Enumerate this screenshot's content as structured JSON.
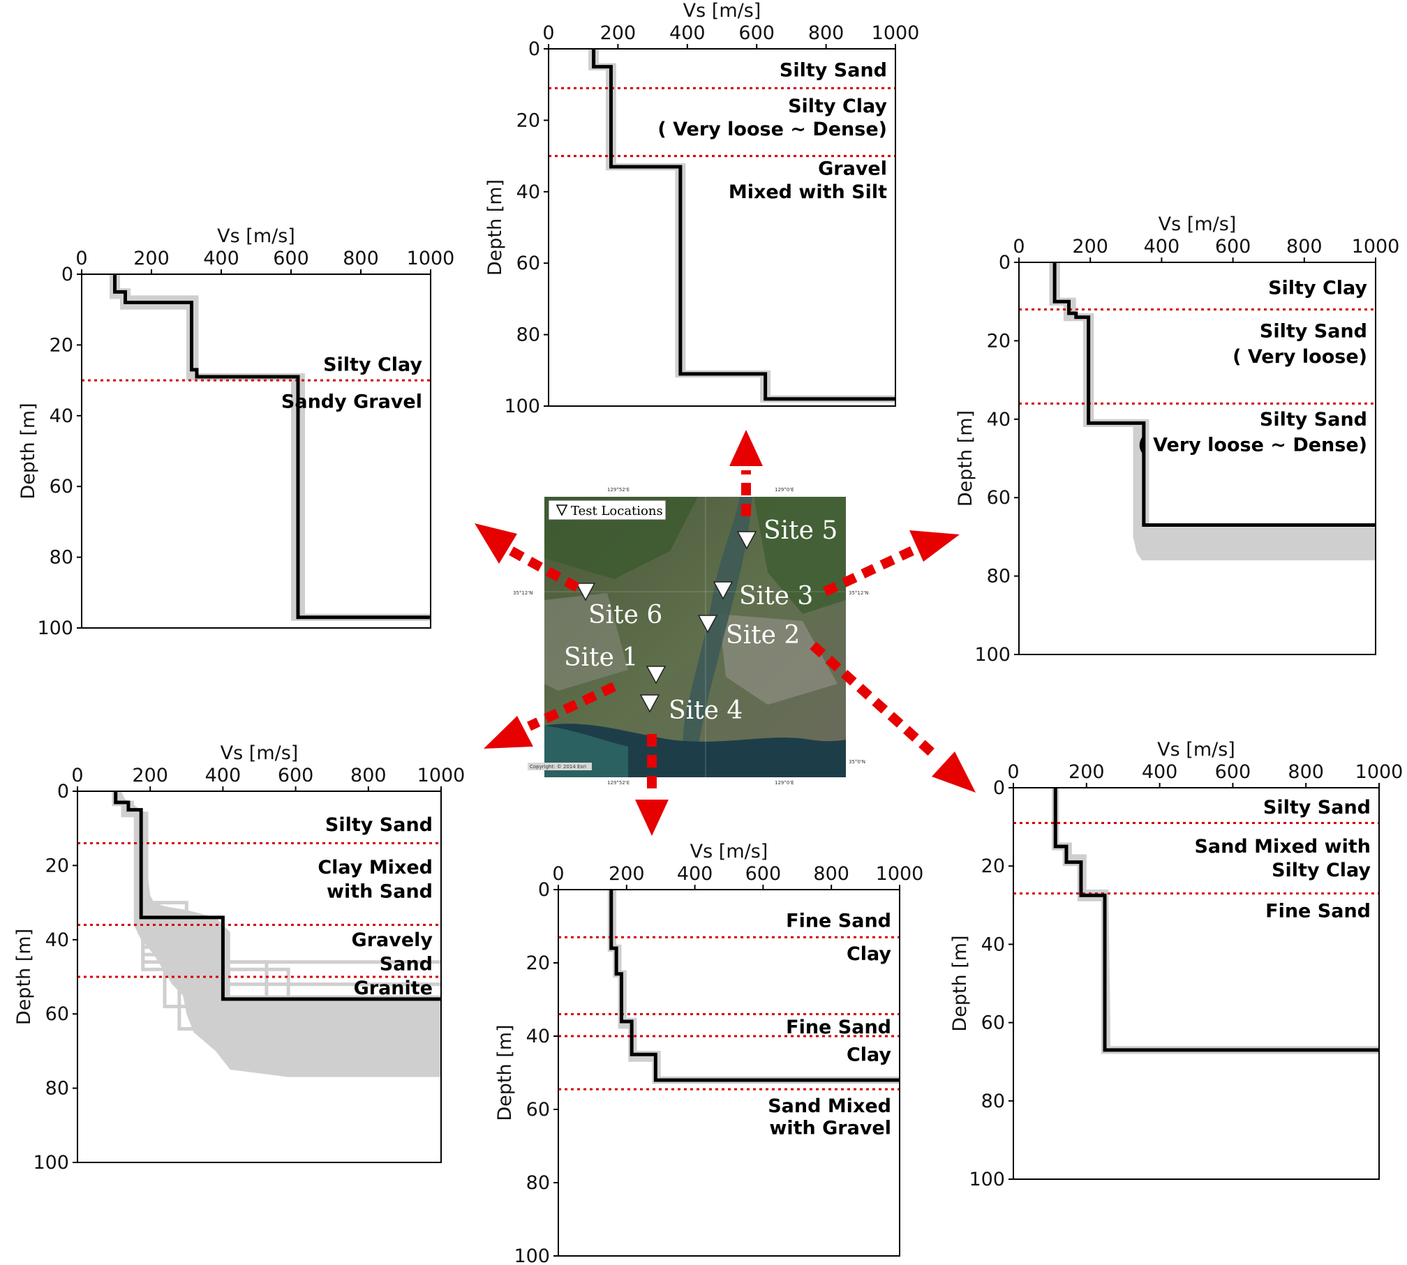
{
  "colors": {
    "profile": "#000000",
    "uncertainty": "#cfcfcf",
    "boundary": "#d40000",
    "arrow": "#e60000"
  },
  "map": {
    "legend": "Test Locations",
    "sites": [
      "Site 1",
      "Site 2",
      "Site 3",
      "Site 4",
      "Site 5",
      "Site 6"
    ],
    "coord_labels": [
      "129°52'E",
      "129°0'E",
      "35°12'N",
      "35°12'N",
      "35°0'N",
      "129°52'E",
      "129°0'E"
    ],
    "copyright": "Copyright: © 2014 Esri"
  },
  "chart_data": [
    {
      "id": "site6",
      "type": "line",
      "xlabel": "Vs [m/s]",
      "ylabel": "Depth [m]",
      "xlim": [
        0,
        1000
      ],
      "ylim": [
        100,
        0
      ],
      "xticks": [
        0,
        200,
        400,
        600,
        800,
        1000
      ],
      "yticks": [
        0,
        20,
        40,
        60,
        80,
        100
      ],
      "profile": [
        [
          95,
          0
        ],
        [
          95,
          5
        ],
        [
          125,
          5
        ],
        [
          125,
          8
        ],
        [
          315,
          8
        ],
        [
          315,
          27
        ],
        [
          330,
          27
        ],
        [
          330,
          29
        ],
        [
          620,
          29
        ],
        [
          620,
          97
        ],
        [
          1000,
          97
        ]
      ],
      "band": [
        [
          80,
          0
        ],
        [
          80,
          7
        ],
        [
          110,
          7
        ],
        [
          110,
          10
        ],
        [
          300,
          10
        ],
        [
          300,
          30
        ],
        [
          600,
          30
        ],
        [
          600,
          98
        ],
        [
          1000,
          98
        ],
        [
          1000,
          96
        ],
        [
          640,
          96
        ],
        [
          640,
          28
        ],
        [
          335,
          28
        ],
        [
          335,
          6
        ],
        [
          140,
          6
        ],
        [
          140,
          4
        ],
        [
          110,
          4
        ],
        [
          110,
          0
        ]
      ],
      "boundaries": [
        30
      ],
      "layers": [
        {
          "text": "Silty Clay",
          "depth": 25.5
        },
        {
          "text": "Sandy Gravel",
          "depth": 36
        }
      ]
    },
    {
      "id": "site5",
      "type": "line",
      "xlabel": "Vs [m/s]",
      "ylabel": "Depth [m]",
      "xlim": [
        0,
        1000
      ],
      "ylim": [
        100,
        0
      ],
      "xticks": [
        0,
        200,
        400,
        600,
        800,
        1000
      ],
      "yticks": [
        0,
        20,
        40,
        60,
        80,
        100
      ],
      "profile": [
        [
          130,
          0
        ],
        [
          130,
          5
        ],
        [
          180,
          5
        ],
        [
          180,
          33
        ],
        [
          380,
          33
        ],
        [
          380,
          91
        ],
        [
          625,
          91
        ],
        [
          625,
          98
        ],
        [
          1000,
          98
        ]
      ],
      "band": [
        [
          115,
          0
        ],
        [
          115,
          6
        ],
        [
          165,
          6
        ],
        [
          165,
          34
        ],
        [
          365,
          34
        ],
        [
          365,
          92
        ],
        [
          610,
          92
        ],
        [
          610,
          99
        ],
        [
          1000,
          99
        ],
        [
          1000,
          97
        ],
        [
          640,
          97
        ],
        [
          640,
          90
        ],
        [
          395,
          90
        ],
        [
          395,
          32
        ],
        [
          195,
          32
        ],
        [
          195,
          4
        ],
        [
          145,
          4
        ],
        [
          145,
          0
        ]
      ],
      "boundaries": [
        11,
        30
      ],
      "layers": [
        {
          "text": "Silty Sand",
          "depth": 6
        },
        {
          "text": "Silty Clay",
          "depth": 16
        },
        {
          "text": "( Very loose ~ Dense)",
          "depth": 22.5
        },
        {
          "text": "Gravel",
          "depth": 33.5
        },
        {
          "text": "Mixed with Silt",
          "depth": 40
        }
      ]
    },
    {
      "id": "site3",
      "type": "line",
      "xlabel": "Vs [m/s]",
      "ylabel": "Depth [m]",
      "xlim": [
        0,
        1000
      ],
      "ylim": [
        100,
        0
      ],
      "xticks": [
        0,
        200,
        400,
        600,
        800,
        1000
      ],
      "yticks": [
        0,
        20,
        40,
        60,
        80,
        100
      ],
      "profile": [
        [
          100,
          0
        ],
        [
          100,
          10
        ],
        [
          140,
          10
        ],
        [
          140,
          13
        ],
        [
          160,
          13
        ],
        [
          160,
          14
        ],
        [
          195,
          14
        ],
        [
          195,
          41
        ],
        [
          350,
          41
        ],
        [
          350,
          67
        ],
        [
          1000,
          67
        ]
      ],
      "band": [
        [
          85,
          0
        ],
        [
          85,
          11
        ],
        [
          125,
          11
        ],
        [
          125,
          15
        ],
        [
          180,
          15
        ],
        [
          180,
          42
        ],
        [
          320,
          42
        ],
        [
          320,
          70
        ],
        [
          330,
          74
        ],
        [
          345,
          76
        ],
        [
          1000,
          76
        ],
        [
          1000,
          67.5
        ],
        [
          365,
          67.5
        ],
        [
          365,
          40
        ],
        [
          210,
          40
        ],
        [
          210,
          13
        ],
        [
          160,
          13
        ],
        [
          160,
          9
        ],
        [
          115,
          9
        ],
        [
          115,
          0
        ]
      ],
      "boundaries": [
        12,
        36
      ],
      "layers": [
        {
          "text": "Silty Clay",
          "depth": 6.5
        },
        {
          "text": "Silty Sand",
          "depth": 17.5
        },
        {
          "text": "( Very loose)",
          "depth": 24
        },
        {
          "text": "Silty Sand",
          "depth": 40
        },
        {
          "text": "( Very loose ~ Dense)",
          "depth": 46.5
        }
      ]
    },
    {
      "id": "site1",
      "type": "line",
      "xlabel": "Vs [m/s]",
      "ylabel": "Depth [m]",
      "xlim": [
        0,
        1000
      ],
      "ylim": [
        100,
        0
      ],
      "xticks": [
        0,
        200,
        400,
        600,
        800,
        1000
      ],
      "yticks": [
        0,
        20,
        40,
        60,
        80,
        100
      ],
      "profile": [
        [
          105,
          0
        ],
        [
          105,
          3
        ],
        [
          140,
          3
        ],
        [
          140,
          5
        ],
        [
          175,
          5
        ],
        [
          175,
          34
        ],
        [
          400,
          34
        ],
        [
          400,
          56
        ],
        [
          1000,
          56
        ]
      ],
      "band": [
        [
          95,
          0
        ],
        [
          95,
          4
        ],
        [
          120,
          4
        ],
        [
          120,
          7
        ],
        [
          155,
          7
        ],
        [
          155,
          36
        ],
        [
          175,
          40
        ],
        [
          210,
          44
        ],
        [
          235,
          48
        ],
        [
          260,
          52
        ],
        [
          290,
          55
        ],
        [
          300,
          60
        ],
        [
          320,
          65
        ],
        [
          380,
          70
        ],
        [
          420,
          75
        ],
        [
          580,
          77
        ],
        [
          1000,
          77
        ],
        [
          1000,
          55
        ],
        [
          420,
          55
        ],
        [
          420,
          38
        ],
        [
          380,
          34
        ],
        [
          300,
          32
        ],
        [
          240,
          31
        ],
        [
          210,
          30
        ],
        [
          200,
          28
        ],
        [
          195,
          24
        ],
        [
          190,
          18
        ],
        [
          185,
          6
        ],
        [
          160,
          4
        ],
        [
          130,
          2
        ],
        [
          120,
          0
        ]
      ],
      "ensemble": [
        [
          [
            105,
            0
          ],
          [
            105,
            3
          ],
          [
            150,
            3
          ],
          [
            150,
            6
          ],
          [
            185,
            6
          ],
          [
            185,
            30
          ],
          [
            300,
            30
          ],
          [
            300,
            46
          ],
          [
            1000,
            46
          ]
        ],
        [
          [
            105,
            0
          ],
          [
            105,
            3
          ],
          [
            150,
            3
          ],
          [
            150,
            6
          ],
          [
            170,
            6
          ],
          [
            170,
            38
          ],
          [
            320,
            38
          ],
          [
            320,
            52
          ],
          [
            1000,
            52
          ]
        ],
        [
          [
            105,
            0
          ],
          [
            105,
            3
          ],
          [
            150,
            3
          ],
          [
            150,
            6
          ],
          [
            180,
            6
          ],
          [
            180,
            40
          ],
          [
            360,
            40
          ],
          [
            360,
            60
          ],
          [
            1000,
            60
          ]
        ],
        [
          [
            105,
            0
          ],
          [
            105,
            3
          ],
          [
            150,
            3
          ],
          [
            150,
            6
          ],
          [
            180,
            6
          ],
          [
            180,
            42
          ],
          [
            280,
            42
          ],
          [
            280,
            64
          ],
          [
            1000,
            64
          ]
        ],
        [
          [
            105,
            0
          ],
          [
            105,
            3
          ],
          [
            150,
            3
          ],
          [
            150,
            6
          ],
          [
            180,
            6
          ],
          [
            180,
            44
          ],
          [
            380,
            44
          ],
          [
            380,
            68
          ],
          [
            1000,
            68
          ]
        ],
        [
          [
            105,
            0
          ],
          [
            105,
            3
          ],
          [
            150,
            3
          ],
          [
            150,
            6
          ],
          [
            180,
            6
          ],
          [
            180,
            46
          ],
          [
            520,
            46
          ],
          [
            520,
            72
          ],
          [
            1000,
            72
          ]
        ],
        [
          [
            105,
            0
          ],
          [
            105,
            3
          ],
          [
            150,
            3
          ],
          [
            150,
            6
          ],
          [
            180,
            6
          ],
          [
            180,
            48
          ],
          [
            580,
            48
          ],
          [
            580,
            75
          ],
          [
            1000,
            75
          ]
        ],
        [
          [
            105,
            0
          ],
          [
            105,
            3
          ],
          [
            150,
            3
          ],
          [
            150,
            6
          ],
          [
            190,
            6
          ],
          [
            190,
            36
          ],
          [
            240,
            36
          ],
          [
            240,
            58
          ],
          [
            1000,
            58
          ]
        ]
      ],
      "boundaries": [
        14,
        36,
        50
      ],
      "layers": [
        {
          "text": "Silty Sand",
          "depth": 9
        },
        {
          "text": "Clay Mixed",
          "depth": 20.5
        },
        {
          "text": "with Sand",
          "depth": 27
        },
        {
          "text": "Gravely",
          "depth": 40
        },
        {
          "text": "Sand",
          "depth": 46.5
        },
        {
          "text": "Granite",
          "depth": 53
        }
      ]
    },
    {
      "id": "site4",
      "type": "line",
      "xlabel": "Vs [m/s]",
      "ylabel": "Depth [m]",
      "xlim": [
        0,
        1000
      ],
      "ylim": [
        100,
        0
      ],
      "xticks": [
        0,
        200,
        400,
        600,
        800,
        1000
      ],
      "yticks": [
        0,
        20,
        40,
        60,
        80,
        100
      ],
      "profile": [
        [
          155,
          0
        ],
        [
          155,
          16
        ],
        [
          170,
          16
        ],
        [
          170,
          23
        ],
        [
          185,
          23
        ],
        [
          185,
          36
        ],
        [
          215,
          36
        ],
        [
          215,
          45
        ],
        [
          285,
          45
        ],
        [
          285,
          52
        ],
        [
          1000,
          52
        ]
      ],
      "band": [
        [
          145,
          0
        ],
        [
          145,
          17
        ],
        [
          160,
          17
        ],
        [
          160,
          24
        ],
        [
          175,
          24
        ],
        [
          175,
          38
        ],
        [
          205,
          38
        ],
        [
          205,
          47
        ],
        [
          275,
          47
        ],
        [
          275,
          53
        ],
        [
          1000,
          53
        ],
        [
          1000,
          51
        ],
        [
          300,
          51
        ],
        [
          300,
          44
        ],
        [
          230,
          44
        ],
        [
          230,
          35
        ],
        [
          200,
          35
        ],
        [
          200,
          22
        ],
        [
          185,
          22
        ],
        [
          185,
          15
        ],
        [
          170,
          15
        ],
        [
          170,
          0
        ]
      ],
      "boundaries": [
        13,
        34,
        40,
        54.5
      ],
      "layers": [
        {
          "text": "Fine Sand",
          "depth": 8.5
        },
        {
          "text": "Clay",
          "depth": 17.5
        },
        {
          "text": "Fine Sand",
          "depth": 37.5
        },
        {
          "text": "Clay",
          "depth": 45
        },
        {
          "text": "Sand Mixed",
          "depth": 59
        },
        {
          "text": "with Gravel",
          "depth": 65
        }
      ]
    },
    {
      "id": "site2",
      "type": "line",
      "xlabel": "Vs [m/s]",
      "ylabel": "Depth [m]",
      "xlim": [
        0,
        1000
      ],
      "ylim": [
        100,
        0
      ],
      "xticks": [
        0,
        200,
        400,
        600,
        800,
        1000
      ],
      "yticks": [
        0,
        20,
        40,
        60,
        80,
        100
      ],
      "profile": [
        [
          115,
          0
        ],
        [
          115,
          15
        ],
        [
          145,
          15
        ],
        [
          145,
          19
        ],
        [
          185,
          19
        ],
        [
          185,
          27.5
        ],
        [
          250,
          27.5
        ],
        [
          250,
          67
        ],
        [
          1000,
          67
        ]
      ],
      "band": [
        [
          105,
          0
        ],
        [
          105,
          16
        ],
        [
          135,
          16
        ],
        [
          135,
          20
        ],
        [
          175,
          20
        ],
        [
          175,
          29
        ],
        [
          240,
          29
        ],
        [
          240,
          68
        ],
        [
          1000,
          68
        ],
        [
          1000,
          66
        ],
        [
          265,
          66
        ],
        [
          265,
          60
        ],
        [
          260,
          26
        ],
        [
          200,
          26
        ],
        [
          200,
          17
        ],
        [
          160,
          17
        ],
        [
          160,
          14
        ],
        [
          125,
          14
        ],
        [
          125,
          0
        ]
      ],
      "boundaries": [
        9,
        27
      ],
      "layers": [
        {
          "text": "Silty Sand",
          "depth": 5
        },
        {
          "text": "Sand Mixed with",
          "depth": 15
        },
        {
          "text": "Silty Clay",
          "depth": 21
        },
        {
          "text": "Fine Sand",
          "depth": 31.5
        }
      ]
    }
  ]
}
